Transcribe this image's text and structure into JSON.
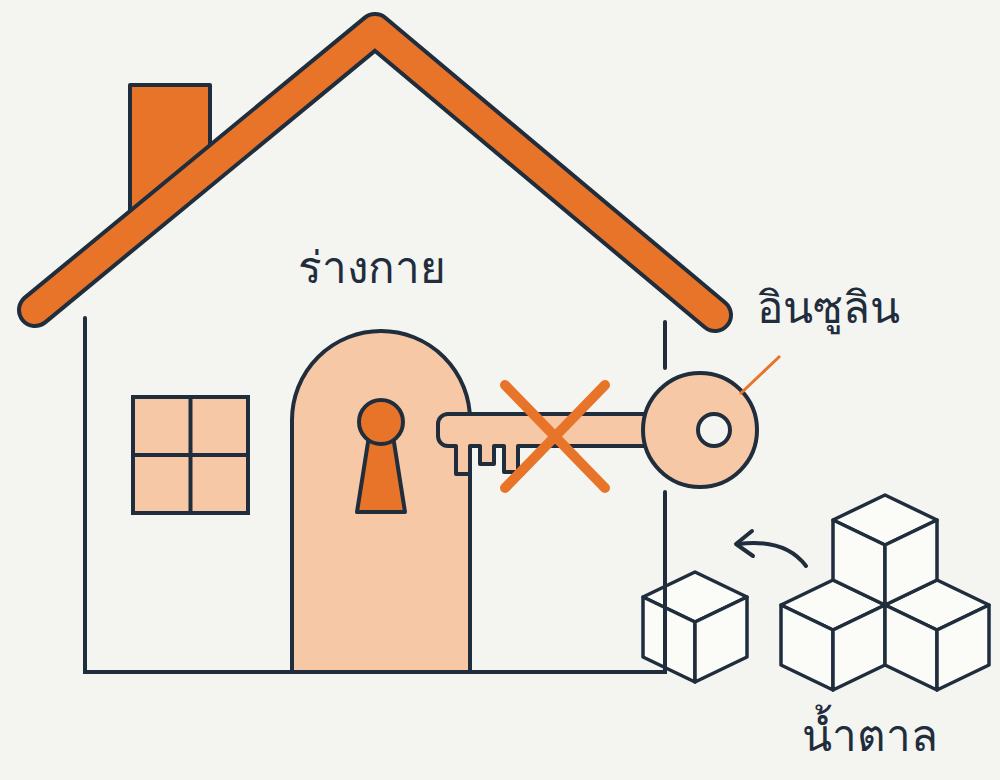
{
  "diagram": {
    "nodes": [
      {
        "text": [
          "ร่างกาย"
        ]
      }
    ],
    "labels": [
      "อินซูลิน",
      "น้ำตาล"
    ]
  }
}
